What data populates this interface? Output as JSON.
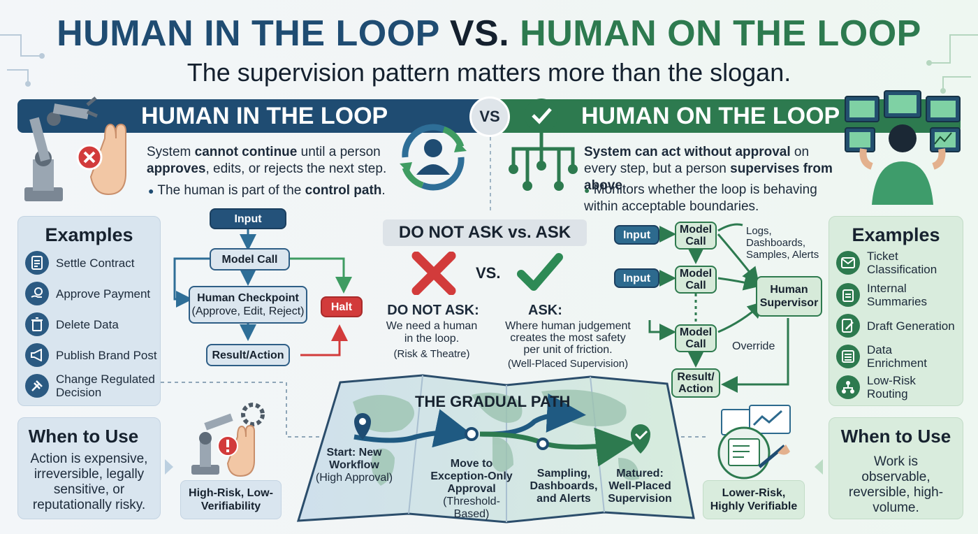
{
  "title": {
    "part1": "HUMAN IN THE LOOP",
    "vs": "VS.",
    "part2": "HUMAN ON THE LOOP",
    "subtitle": "The supervision pattern matters more than the slogan."
  },
  "colors": {
    "navy": "#1f4c72",
    "green": "#2d7a4f",
    "red": "#d23b3b",
    "panel_blue": "#d9e5ef",
    "panel_green": "#d9ecdd"
  },
  "left": {
    "banner": "HUMAN IN THE LOOP",
    "desc_a": "System ",
    "desc_b": "cannot continue",
    "desc_c": " until a person",
    "desc_d": "approves",
    "desc_e": ", edits, or rejects the next step.",
    "bullet_a": "The human is part of the ",
    "bullet_b": "control path",
    "bullet_c": ".",
    "examples_title": "Examples",
    "examples": [
      {
        "label": "Settle Contract",
        "icon": "document-icon"
      },
      {
        "label": "Approve Payment",
        "icon": "coin-hand-icon"
      },
      {
        "label": "Delete Data",
        "icon": "trash-icon"
      },
      {
        "label": "Publish Brand Post",
        "icon": "megaphone-icon"
      },
      {
        "label": "Change Regulated Decision",
        "icon": "gavel-icon"
      }
    ],
    "when_title": "When to Use",
    "when_text": "Action is expensive, irreversible, legally sensitive, or reputationally risky.",
    "risk_tag": "High-Risk, Low-Verifiability",
    "flow": {
      "input": "Input",
      "model_call": "Model Call",
      "checkpoint": "Human Checkpoint",
      "checkpoint_sub": "(Approve, Edit, Reject)",
      "result": "Result/Action",
      "halt": "Halt"
    }
  },
  "right": {
    "banner": "HUMAN ON THE LOOP",
    "desc_a": "System can act without approval",
    "desc_b": " on every step, but a person ",
    "desc_c": "supervises from above",
    "desc_d": ".",
    "bullet": "Monitors whether the loop is behaving within acceptable boundaries.",
    "examples_title": "Examples",
    "examples": [
      {
        "label": "Ticket Classification",
        "icon": "envelope-icon"
      },
      {
        "label": "Internal Summaries",
        "icon": "clipboard-icon"
      },
      {
        "label": "Draft Generation",
        "icon": "pencil-doc-icon"
      },
      {
        "label": "Data Enrichment",
        "icon": "list-icon"
      },
      {
        "label": "Low-Risk Routing",
        "icon": "network-icon"
      }
    ],
    "when_title": "When to Use",
    "when_text": "Work is observable, reversible, high-volume.",
    "risk_tag": "Lower-Risk, Highly Verifiable",
    "flow": {
      "input1": "Input",
      "input2": "Input",
      "model1": "Model Call",
      "model2": "Model Call",
      "model3": "Model Call",
      "result": "Result/ Action",
      "supervisor": "Human Supervisor",
      "logs": "Logs, Dashboards, Samples, Alerts",
      "override": "Override"
    }
  },
  "center": {
    "vs": "VS",
    "ask_title": "DO NOT ASK vs. ASK",
    "vs_small": "VS.",
    "dont_title": "DO NOT ASK:",
    "dont_text": "We need a human in the loop.",
    "dont_note": "(Risk & Theatre)",
    "ask_title2": "ASK:",
    "ask_text": "Where human judgement creates the most safety per unit of friction.",
    "ask_note": "(Well-Placed Supervision)"
  },
  "path": {
    "title": "THE GRADUAL PATH",
    "steps": [
      {
        "label": "Start: New Workflow",
        "note": "(High Approval)"
      },
      {
        "label": "Move to Exception-Only Approval",
        "note": "(Threshold-Based)"
      },
      {
        "label": "Sampling, Dashboards, and Alerts",
        "note": ""
      },
      {
        "label": "Matured: Well-Placed Supervision",
        "note": ""
      }
    ]
  }
}
